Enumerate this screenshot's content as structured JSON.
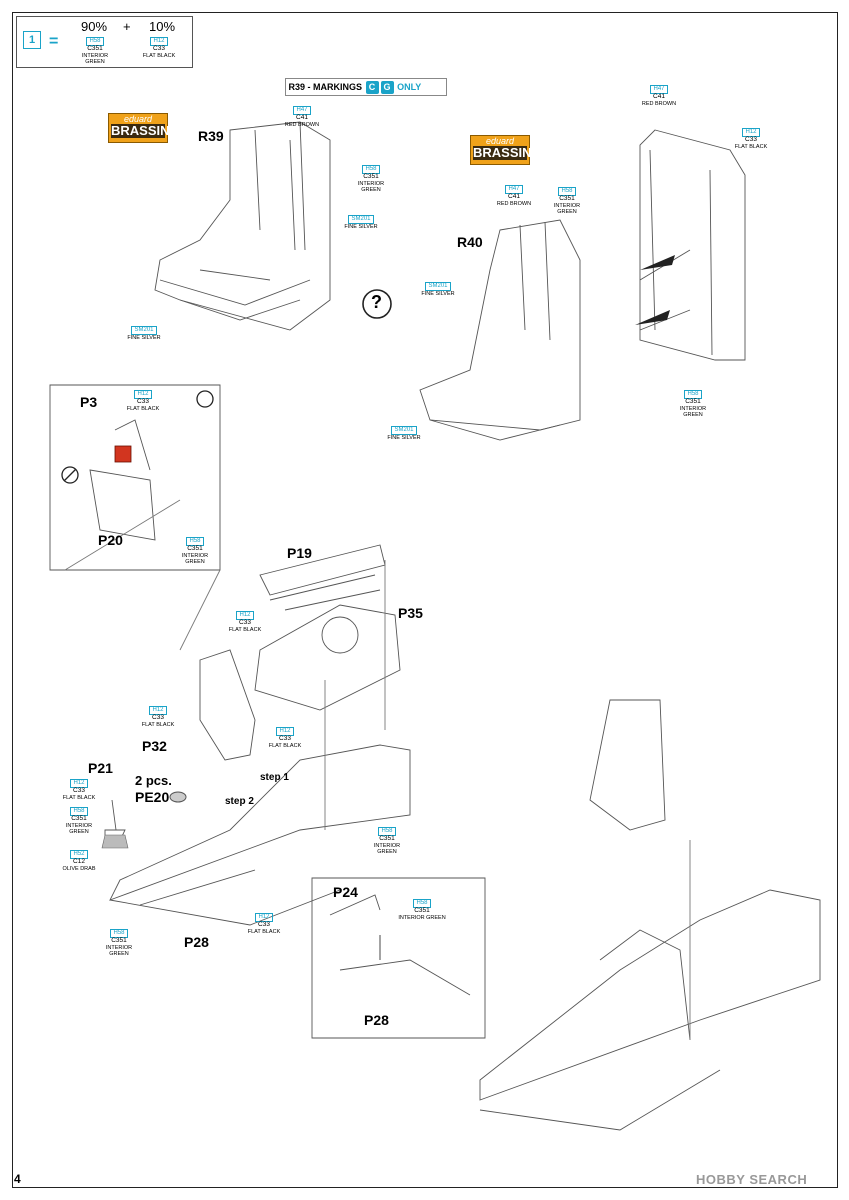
{
  "legend": {
    "badge": "1",
    "equals": "=",
    "plus": "+",
    "pct_a": "90%",
    "pct_b": "10%",
    "a_code_h": "H58",
    "a_code_c": "C351",
    "a_name": "INTERIOR GREEN",
    "b_code_h": "H12",
    "b_code_c": "C33",
    "b_name": "FLAT BLACK"
  },
  "banner": {
    "prefix": "R39 - MARKINGS",
    "m1": "C",
    "m2": "G",
    "suffix": "ONLY"
  },
  "brand": {
    "top": "eduard",
    "bottom": "BRASSIN"
  },
  "parts": {
    "r39": "R39",
    "r40": "R40",
    "p3": "P3",
    "p20": "P20",
    "p19": "P19",
    "p35": "P35",
    "p32": "P32",
    "p21": "P21",
    "pe20": "PE20",
    "pcs": "2 pcs.",
    "p24": "P24",
    "p28a": "P28",
    "p28b": "P28",
    "question": "?"
  },
  "steps": {
    "s1": "step 1",
    "s2": "step 2"
  },
  "callouts": [
    {
      "id": "c1",
      "h": "H47",
      "c": "C41",
      "n": "RED BROWN"
    },
    {
      "id": "c2",
      "h": "H58",
      "c": "C351",
      "n": "INTERIOR GREEN"
    },
    {
      "id": "c3",
      "h": "SM201",
      "c": "",
      "n": "FINE SILVER"
    },
    {
      "id": "c4",
      "h": "SM201",
      "c": "",
      "n": "FINE SILVER"
    },
    {
      "id": "c5",
      "h": "H47",
      "c": "C41",
      "n": "RED BROWN"
    },
    {
      "id": "c6",
      "h": "H58",
      "c": "C351",
      "n": "INTERIOR GREEN"
    },
    {
      "id": "c7",
      "h": "SM201",
      "c": "",
      "n": "FINE SILVER"
    },
    {
      "id": "c8",
      "h": "SM201",
      "c": "",
      "n": "FINE SILVER"
    },
    {
      "id": "c9",
      "h": "H47",
      "c": "C41",
      "n": "RED BROWN"
    },
    {
      "id": "c10",
      "h": "H12",
      "c": "C33",
      "n": "FLAT BLACK"
    },
    {
      "id": "c11",
      "h": "H58",
      "c": "C351",
      "n": "INTERIOR GREEN"
    },
    {
      "id": "c12",
      "h": "H12",
      "c": "C33",
      "n": "FLAT BLACK"
    },
    {
      "id": "c13",
      "h": "H58",
      "c": "C351",
      "n": "INTERIOR GREEN"
    },
    {
      "id": "c14",
      "h": "H12",
      "c": "C33",
      "n": "FLAT BLACK"
    },
    {
      "id": "c15",
      "h": "H12",
      "c": "C33",
      "n": "FLAT BLACK"
    },
    {
      "id": "c16",
      "h": "H12",
      "c": "C33",
      "n": "FLAT BLACK"
    },
    {
      "id": "c17",
      "h": "H12",
      "c": "C33",
      "n": "FLAT BLACK"
    },
    {
      "id": "c18",
      "h": "H58",
      "c": "C351",
      "n": "INTERIOR GREEN"
    },
    {
      "id": "c19",
      "h": "H52",
      "c": "C12",
      "n": "OLIVE DRAB"
    },
    {
      "id": "c20",
      "h": "H58",
      "c": "C351",
      "n": "INTERIOR GREEN"
    },
    {
      "id": "c21",
      "h": "H12",
      "c": "C33",
      "n": "FLAT BLACK"
    },
    {
      "id": "c22",
      "h": "H58",
      "c": "C351",
      "n": "INTERIOR GREEN"
    },
    {
      "id": "c23",
      "h": "H58",
      "c": "C351",
      "n": "INTERIOR GREEN"
    }
  ],
  "footer": {
    "page_number": "4",
    "watermark": "HOBBY SEARCH"
  }
}
